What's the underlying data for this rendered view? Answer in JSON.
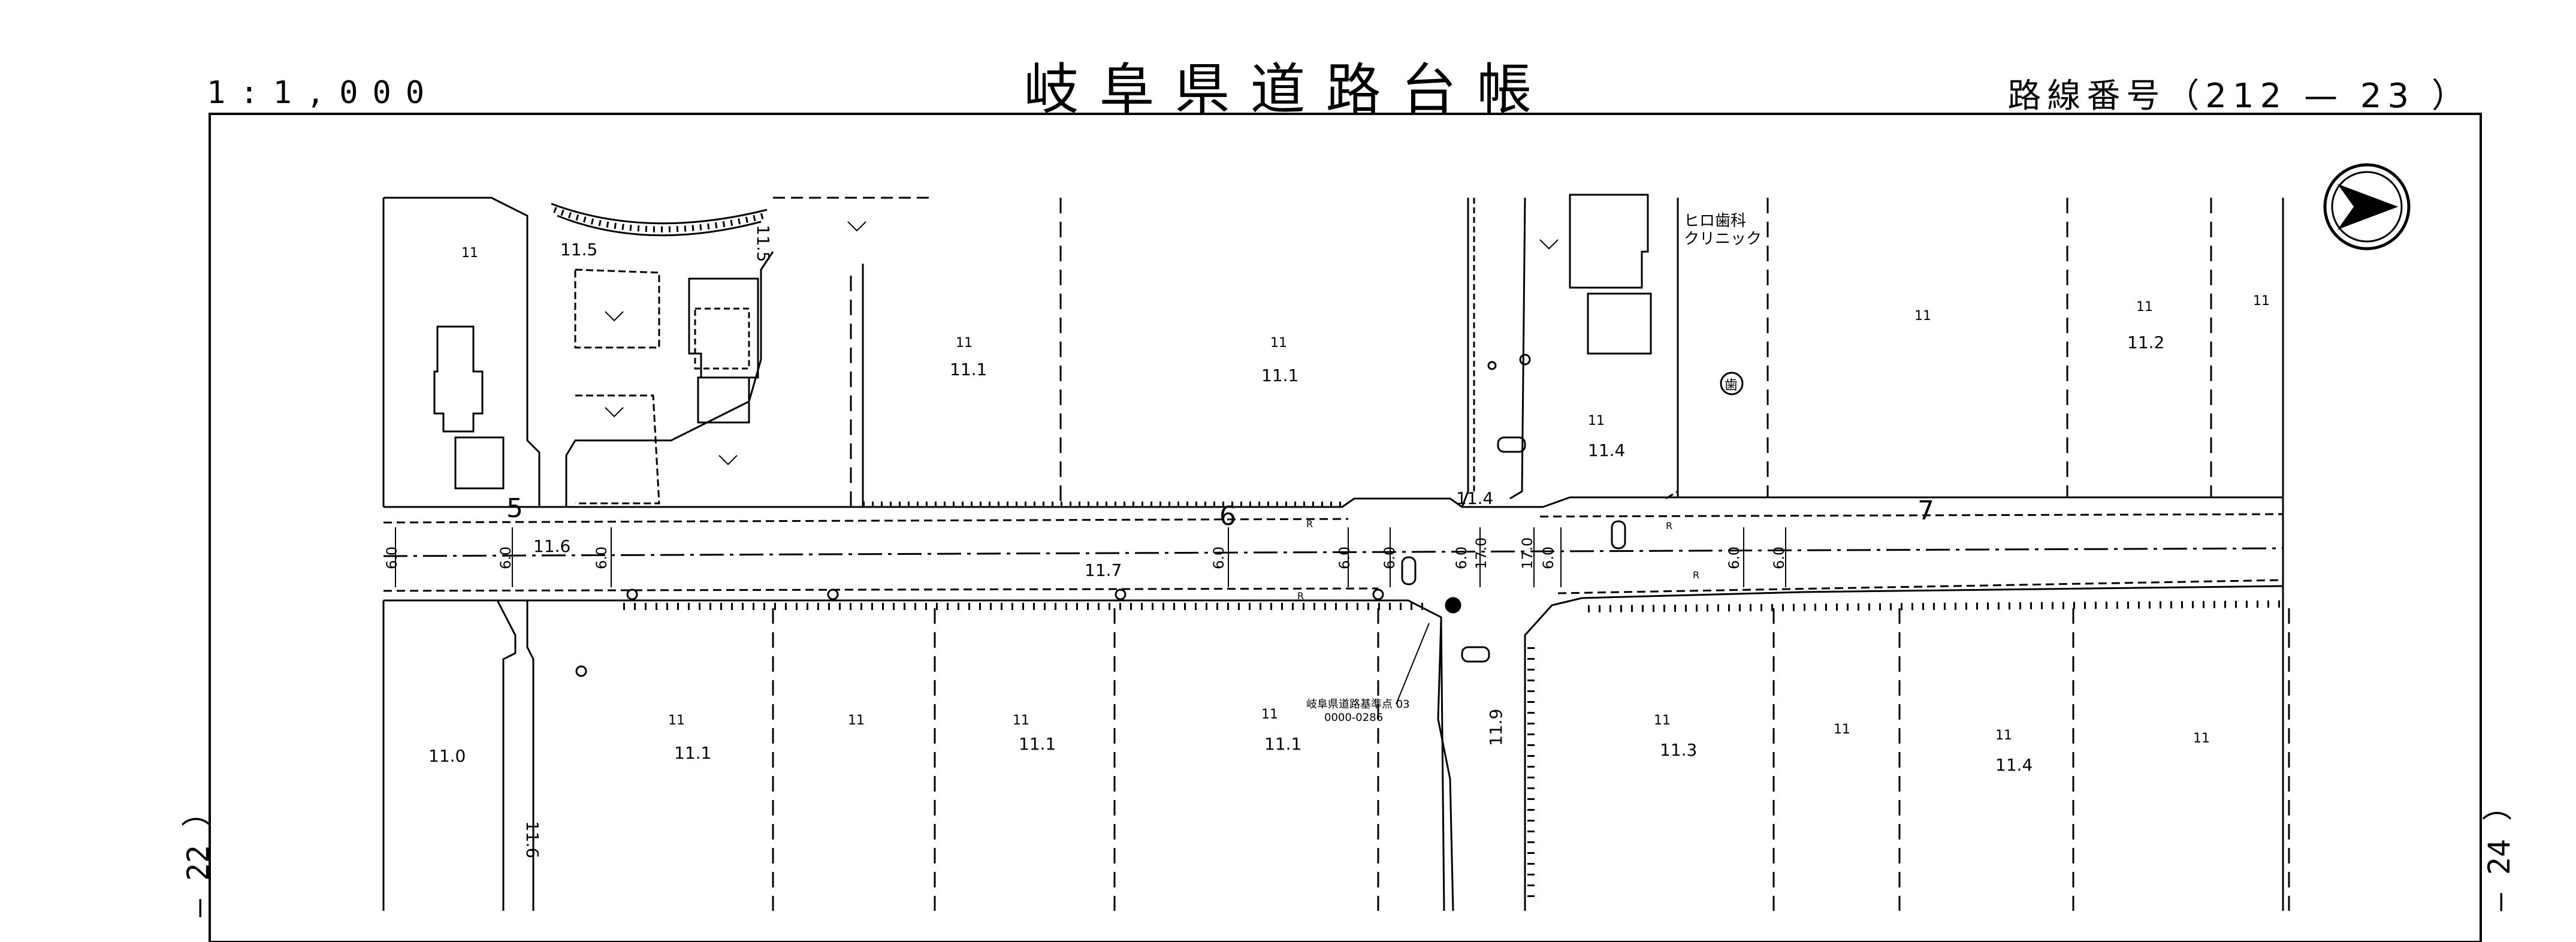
{
  "header": {
    "title": "岐阜県道路台帳",
    "scale": "1:1,000",
    "route_prefix": "路線番号（",
    "route_number": "212",
    "route_dash": "—",
    "route_sub": "23",
    "route_suffix": "）"
  },
  "sheet_refs": {
    "left_ref": "— 22 ）",
    "right_ref": "— 24 ）"
  },
  "stations": {
    "s5": "5",
    "s6": "6",
    "s7": "7"
  },
  "labels": {
    "clinic": "ヒロ歯科\nクリニック",
    "clinic_line1": "ヒロ歯科",
    "clinic_line2": "クリニック",
    "benchmark_line1": "岐阜県道路基準点 03",
    "benchmark_line2": "0000-0286",
    "field_mark": "11",
    "dentist_symbol": "歯"
  },
  "elevations": {
    "e115a": "11.5",
    "e115b": "11.5",
    "e111a": "11.1",
    "e111b": "11.1",
    "e114a": "11.4",
    "e114b": "11.4",
    "e114c": "11.4",
    "e112": "11.2",
    "e116": "11.6",
    "e117": "11.7",
    "e110": "11.0",
    "e111c": "11.1",
    "e111d": "11.1",
    "e111e": "11.1",
    "e116b": "11.6",
    "e119": "11.9",
    "e113": "11.3"
  },
  "widths": {
    "w60": "6.0",
    "w170": "17.0",
    "r": "R"
  },
  "colors": {
    "ink": "#000000",
    "paper": "#ffffff"
  },
  "icons": {
    "north_arrow": "north-arrow-icon"
  }
}
